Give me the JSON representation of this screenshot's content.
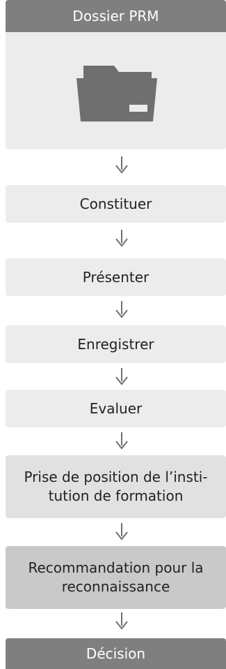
{
  "header": {
    "title": "Dossier PRM",
    "icon": "folder-icon"
  },
  "steps": [
    {
      "label": "Constituer"
    },
    {
      "label": "Présenter"
    },
    {
      "label": "Enregistrer"
    },
    {
      "label": "Evaluer"
    },
    {
      "label": "Prise de position de l’insti-tution de formation"
    },
    {
      "label": "Recommandation pour la reconnaissance"
    },
    {
      "label": "Décision"
    }
  ],
  "colors": {
    "dark_gray": "#7f7f7f",
    "light_gray": "#ececec",
    "mid_gray": "#e1e1e1",
    "darker_gray": "#c9c9c9",
    "arrow_gray": "#6f6f6f"
  }
}
